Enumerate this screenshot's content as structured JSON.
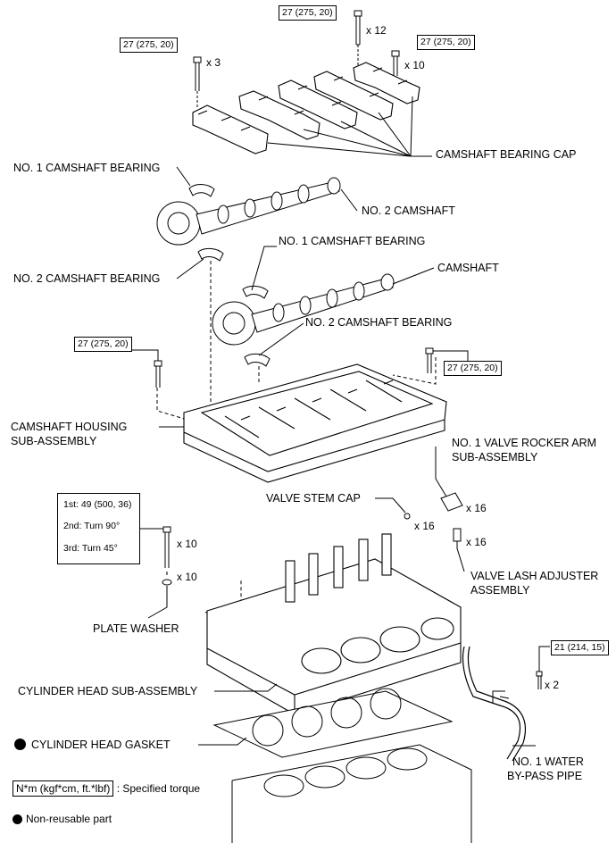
{
  "torque_labels": {
    "t_top": "27 (275, 20)",
    "t_left_top": "27 (275, 20)",
    "t_right_top": "27 (275, 20)",
    "t_housing_left": "27 (275, 20)",
    "t_housing_right": "27 (275, 20)",
    "t_pipe": "21 (214, 15)"
  },
  "quantities": {
    "q_top": "x 12",
    "q_left_top": "x 3",
    "q_right_top": "x 10",
    "q_rocker": "x 16",
    "q_lash": "x 16",
    "q_cap": "x 16",
    "q_head_bolt": "x 10",
    "q_washer": "x 10",
    "q_pipe": "x 2"
  },
  "head_bolt_steps": [
    "1st: 49 (500, 36)",
    "2nd: Turn 90°",
    "3rd: Turn 45°"
  ],
  "part_labels": {
    "bearing_cap": "CAMSHAFT BEARING CAP",
    "no1_bearing_a": "NO. 1 CAMSHAFT BEARING",
    "no2_camshaft": "NO. 2 CAMSHAFT",
    "no1_bearing_b": "NO. 1 CAMSHAFT BEARING",
    "camshaft": "CAMSHAFT",
    "no2_bearing_a": "NO. 2 CAMSHAFT BEARING",
    "no2_bearing_b": "NO. 2 CAMSHAFT BEARING",
    "housing_1": "CAMSHAFT HOUSING",
    "housing_2": "SUB-ASSEMBLY",
    "rocker_1": "NO. 1 VALVE ROCKER ARM",
    "rocker_2": "SUB-ASSEMBLY",
    "stem_cap": "VALVE STEM CAP",
    "lash_1": "VALVE LASH ADJUSTER",
    "lash_2": "ASSEMBLY",
    "plate_washer": "PLATE WASHER",
    "cyl_head": "CYLINDER HEAD SUB-ASSEMBLY",
    "gasket": "CYLINDER HEAD GASKET",
    "pipe_1": "NO. 1 WATER",
    "pipe_2": "BY-PASS PIPE"
  },
  "legend": {
    "unit_box": "N*m (kgf*cm, ft.*lbf)",
    "unit_text": ": Specified torque",
    "non_reusable": "Non-reusable part"
  }
}
